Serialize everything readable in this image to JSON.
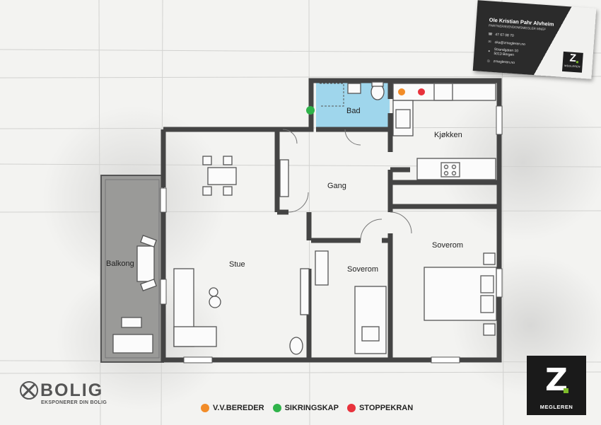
{
  "rooms": {
    "bad": "Bad",
    "kjokken": "Kjøkken",
    "gang": "Gang",
    "stue": "Stue",
    "soverom_small": "Soverom",
    "soverom_large": "Soverom",
    "balkong": "Balkong"
  },
  "colors": {
    "bathroom_fill": "#9fd6ec",
    "vv_bereder": "#f28c28",
    "sikringskap": "#2fb34a",
    "stoppekran": "#e8323c",
    "brand_green": "#7dbb2a"
  },
  "legend": [
    {
      "label": "V.V.BEREDER",
      "color": "#f28c28"
    },
    {
      "label": "SIKRINGSKAP",
      "color": "#2fb34a"
    },
    {
      "label": "STOPPEKRAN",
      "color": "#e8323c"
    }
  ],
  "business_card": {
    "name": "Ole Kristian Pahr Alvheim",
    "title": "PARTNER/EIENDOMSMEGLER MNEF",
    "phone": "47 67 08 70",
    "email": "oka@zmegleren.no",
    "address_line1": "Strandgaten 10",
    "address_line2": "5013 Bergen",
    "website": "zmegleren.no",
    "logo_text": "MEGLEREN",
    "icons": [
      "phone-icon",
      "email-icon",
      "location-icon",
      "web-icon"
    ]
  },
  "bolig_logo": {
    "word": "BOLIG",
    "tagline": "EKSPONERER DIN BOLIG"
  },
  "z_logo": {
    "letter": "Z",
    "label": "MEGLEREN"
  }
}
